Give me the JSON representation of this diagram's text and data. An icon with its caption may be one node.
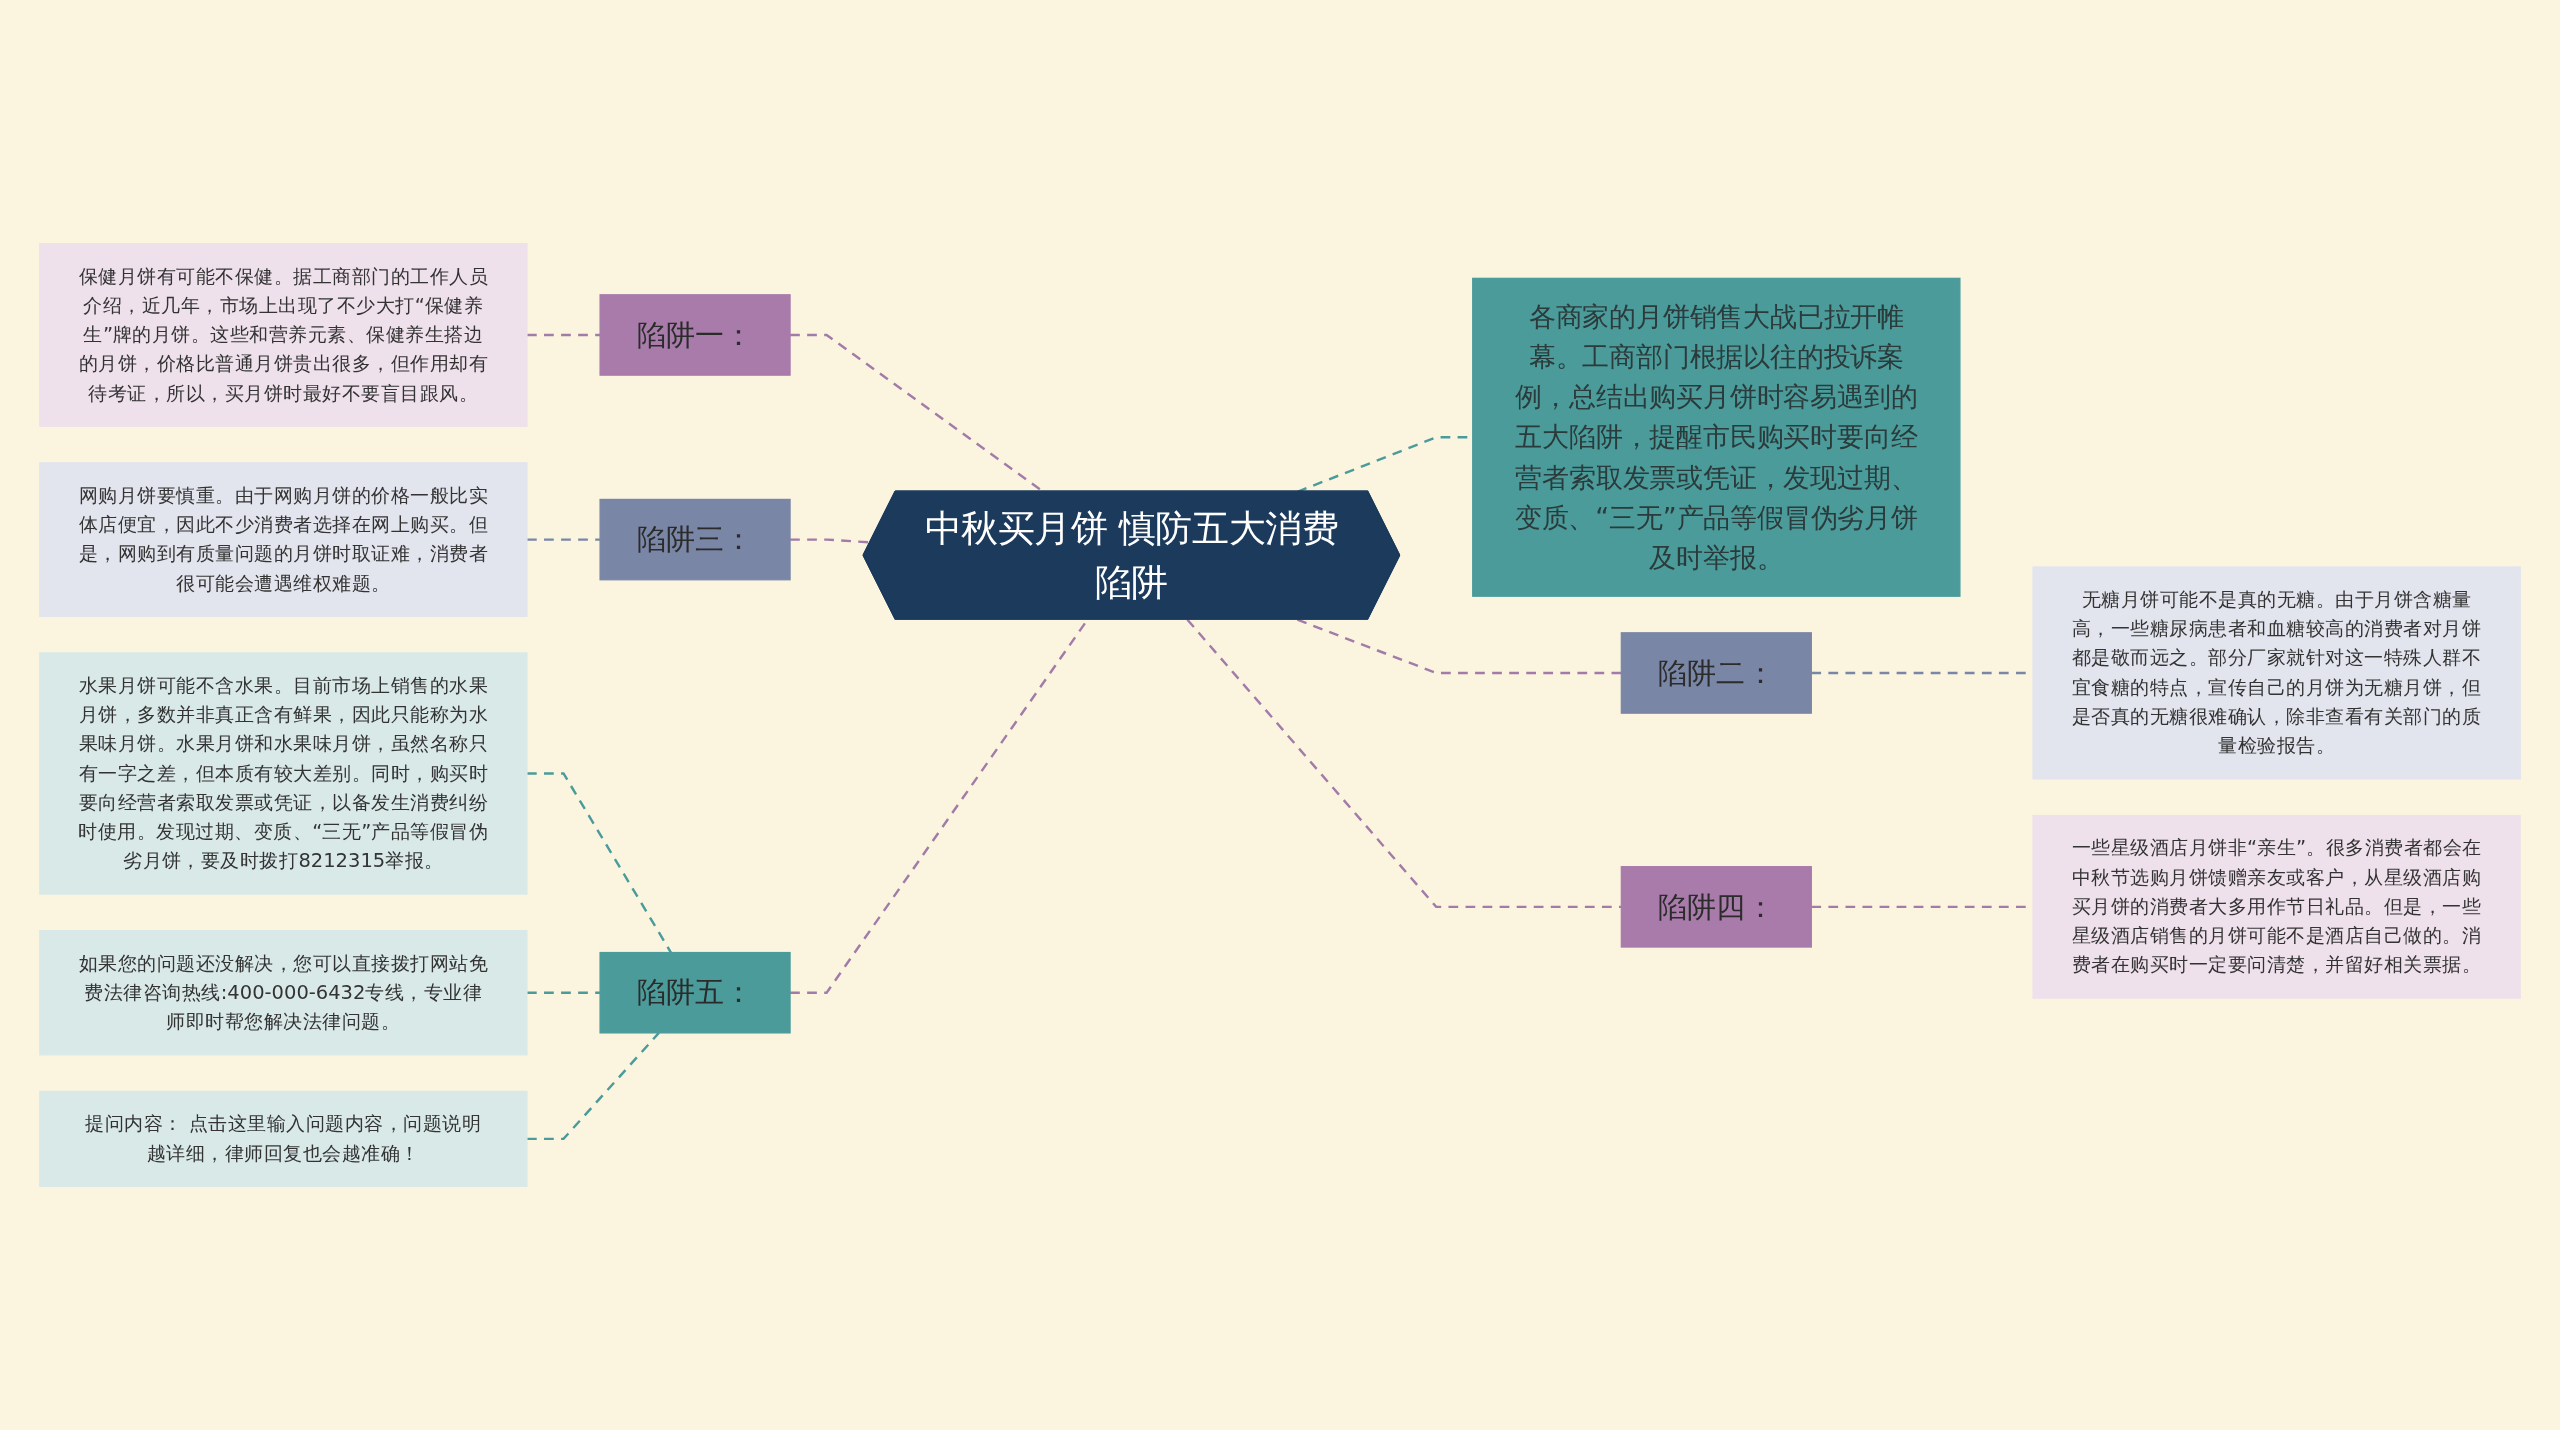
{
  "diagram": {
    "nodes": [
      {
        "text": [
          "中秋买月饼 慎防五大消费陷阱"
        ]
      },
      {
        "text": [
          "陷阱一："
        ]
      },
      {
        "text": [
          "保健月饼有可能不保健。据工商部门的工作人员介绍，近几年，市场上出现了不少大打“保健养生”牌的月饼。这些和营养元素、保健养生搭边的月饼，价格比普通月饼贵出很多，但作用却有待考证，所以，买月饼时最好不要盲目跟风。"
        ]
      },
      {
        "text": [
          "陷阱三："
        ]
      },
      {
        "text": [
          "网购月饼要慎重。由于网购月饼的价格一般比实体店便宜，因此不少消费者选择在网上购买。但是，网购到有质量问题的月饼时取证难，消费者很可能会遭遇维权难题。"
        ]
      },
      {
        "text": [
          "陷阱五："
        ]
      },
      {
        "text": [
          "水果月饼可能不含水果。目前市场上销售的水果月饼，多数并非真正含有鲜果，因此只能称为水果味月饼。水果月饼和水果味月饼，虽然名称只有一字之差，但本质有较大差别。同时，购买时要向经营者索取发票或凭证，以备发生消费纠纷时使用。发现过期、变质、“三无”产品等假冒伪劣月饼，要及时拨打8212315举报。"
        ]
      },
      {
        "text": [
          "如果您的问题还没解决，您可以直接拨打网站免费法律咨询热线:400-000-6432专线，专业律师即时帮您解决法律问题。"
        ]
      },
      {
        "text": [
          "提问内容： 点击这里输入问题内容，问题说明越详细，律师回复也会越准确！"
        ]
      },
      {
        "text": [
          "各商家的月饼销售大战已拉开帷幕。工商部门根据以往的投诉案例，总结出购买月饼时容易遇到的五大陷阱，提醒市民购买时要向经营者索取发票或凭证，发现过期、变质、“三无”产品等假冒伪劣月饼及时举报。"
        ]
      },
      {
        "text": [
          "陷阱二："
        ]
      },
      {
        "text": [
          "无糖月饼可能不是真的无糖。由于月饼含糖量高，一些糖尿病患者和血糖较高的消费者对月饼都是敬而远之。部分厂家就针对这一特殊人群不宜食糖的特点，宣传自己的月饼为无糖月饼，但是否真的无糖很难确认，除非查看有关部门的质量检验报告。"
        ]
      },
      {
        "text": [
          "陷阱四："
        ]
      },
      {
        "text": [
          "一些星级酒店月饼非“亲生”。很多消费者都会在中秋节选购月饼馈赠亲友或客户，从星级酒店购买月饼的消费者大多用作节日礼品。但是，一些星级酒店销售的月饼可能不是酒店自己做的。消费者在购买时一定要问清楚，并留好相关票据。"
        ]
      }
    ],
    "edges": [
      {
        "from": 0,
        "to": 1,
        "arrow": "none",
        "style": "dashed",
        "color": "#a27ba8"
      },
      {
        "from": 1,
        "to": 2,
        "arrow": "none",
        "style": "dashed",
        "color": "#a27ba8"
      },
      {
        "from": 0,
        "to": 3,
        "arrow": "none",
        "style": "dashed",
        "color": "#a27ba8"
      },
      {
        "from": 3,
        "to": 4,
        "arrow": "none",
        "style": "dashed",
        "color": "#7a86a6"
      },
      {
        "from": 0,
        "to": 5,
        "arrow": "none",
        "style": "dashed",
        "color": "#a27ba8"
      },
      {
        "from": 5,
        "to": 6,
        "arrow": "none",
        "style": "dashed",
        "color": "#4b9b9b"
      },
      {
        "from": 5,
        "to": 7,
        "arrow": "none",
        "style": "dashed",
        "color": "#4b9b9b"
      },
      {
        "from": 5,
        "to": 8,
        "arrow": "none",
        "style": "dashed",
        "color": "#4b9b9b"
      },
      {
        "from": 0,
        "to": 9,
        "arrow": "none",
        "style": "dashed",
        "color": "#4b9b9b"
      },
      {
        "from": 0,
        "to": 10,
        "arrow": "none",
        "style": "dashed",
        "color": "#a27ba8"
      },
      {
        "from": 10,
        "to": 11,
        "arrow": "none",
        "style": "dashed",
        "color": "#7a86a6"
      },
      {
        "from": 0,
        "to": 12,
        "arrow": "none",
        "style": "dashed",
        "color": "#a27ba8"
      },
      {
        "from": 12,
        "to": 13,
        "arrow": "none",
        "style": "dashed",
        "color": "#a27ba8"
      }
    ]
  }
}
